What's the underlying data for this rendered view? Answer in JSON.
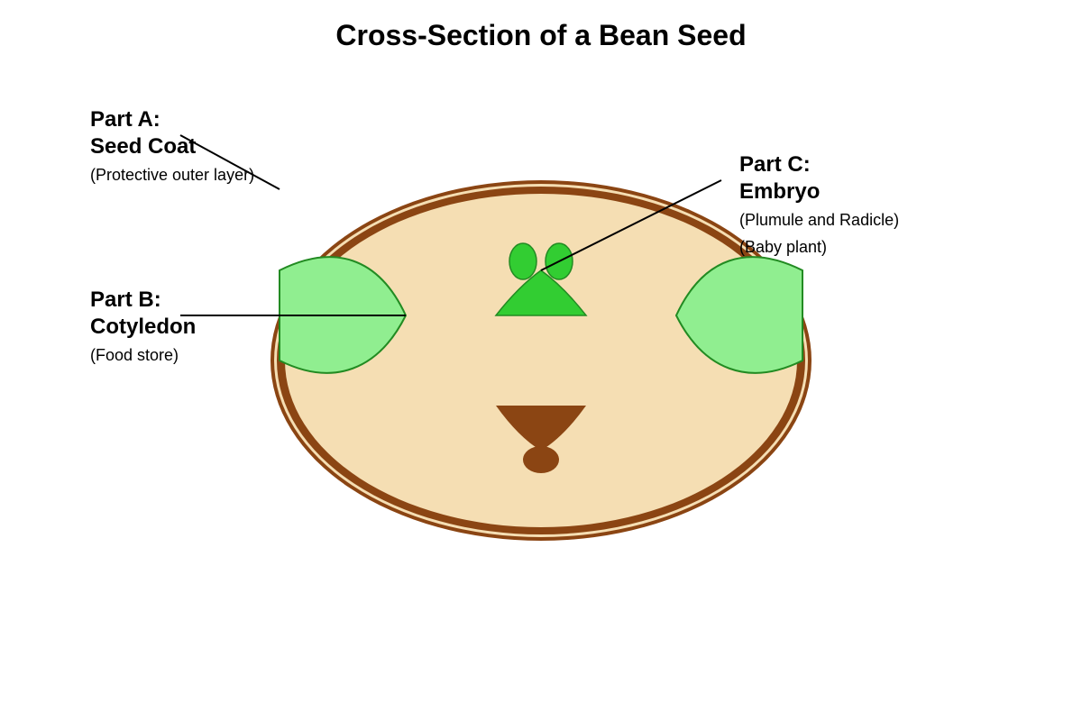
{
  "title": "Cross-Section of a Bean Seed",
  "colors": {
    "seed_coat_outer": "#8B4513",
    "seed_coat_gap": "#F5DEB3",
    "seed_interior": "#F5DEB3",
    "cotyledon_fill": "#90EE90",
    "cotyledon_stroke": "#228B22",
    "plumule_fill": "#32CD32",
    "radicle_fill": "#8B4513",
    "label_text": "#000000",
    "leader_line": "#000000"
  },
  "labels": {
    "part_a": {
      "line1": "Part A:",
      "line2": "Seed Coat",
      "note": "(Protective outer layer)"
    },
    "part_b": {
      "line1": "Part B:",
      "line2": "Cotyledon",
      "note": "(Food store)"
    },
    "part_c": {
      "line1": "Part C:",
      "line2": "Embryo",
      "note1": "(Plumule and Radicle)",
      "note2": "(Baby plant)"
    }
  }
}
